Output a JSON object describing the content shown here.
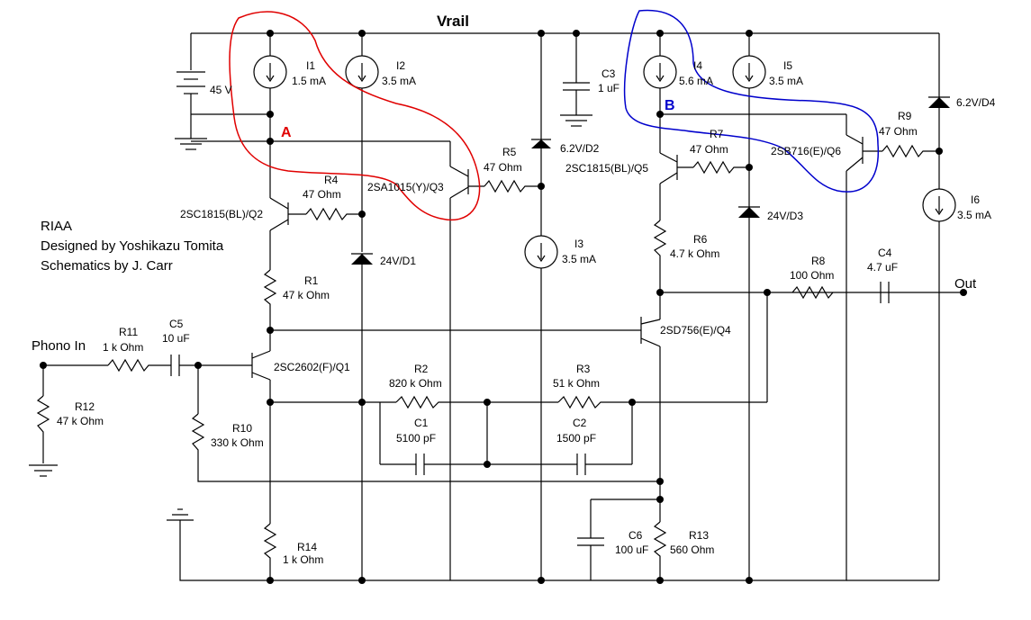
{
  "title": "Vrail",
  "caption": [
    "RIAA",
    "Designed by Yoshikazu Tomita",
    "Schematics by J. Carr"
  ],
  "io": {
    "input": "Phono In",
    "output": "Out"
  },
  "battery": "45 V",
  "components": {
    "I1": {
      "name": "I1",
      "value": "1.5 mA"
    },
    "I2": {
      "name": "I2",
      "value": "3.5 mA"
    },
    "I3": {
      "name": "I3",
      "value": "3.5 mA"
    },
    "I4": {
      "name": "I4",
      "value": "5.6 mA"
    },
    "I5": {
      "name": "I5",
      "value": "3.5 mA"
    },
    "I6": {
      "name": "I6",
      "value": "3.5 mA"
    },
    "C1": {
      "name": "C1",
      "value": "5100 pF"
    },
    "C2": {
      "name": "C2",
      "value": "1500 pF"
    },
    "C3": {
      "name": "C3",
      "value": "1 uF"
    },
    "C4": {
      "name": "C4",
      "value": "4.7 uF"
    },
    "C5": {
      "name": "C5",
      "value": "10 uF"
    },
    "C6": {
      "name": "C6",
      "value": "100 uF"
    },
    "R1": {
      "name": "R1",
      "value": "47 k Ohm"
    },
    "R2": {
      "name": "R2",
      "value": "820 k Ohm"
    },
    "R3": {
      "name": "R3",
      "value": "51 k Ohm"
    },
    "R4": {
      "name": "R4",
      "value": "47  Ohm"
    },
    "R5": {
      "name": "R5",
      "value": "47  Ohm"
    },
    "R6": {
      "name": "R6",
      "value": "4.7 k Ohm"
    },
    "R7": {
      "name": "R7",
      "value": "47  Ohm"
    },
    "R8": {
      "name": "R8",
      "value": "100  Ohm"
    },
    "R9": {
      "name": "R9",
      "value": "47  Ohm"
    },
    "R10": {
      "name": "R10",
      "value": "330 k Ohm"
    },
    "R11": {
      "name": "R11",
      "value": "1 k Ohm"
    },
    "R12": {
      "name": "R12",
      "value": "47 k Ohm"
    },
    "R13": {
      "name": "R13",
      "value": "560  Ohm"
    },
    "R14": {
      "name": "R14",
      "value": "1 k Ohm"
    },
    "D1": "24V/D1",
    "D2": "6.2V/D2",
    "D3": "24V/D3",
    "D4": "6.2V/D4",
    "Q1": "2SC2602(F)/Q1",
    "Q2": "2SC1815(BL)/Q2",
    "Q3": "2SA1015(Y)/Q3",
    "Q4": "2SD756(E)/Q4",
    "Q5": "2SC1815(BL)/Q5",
    "Q6": "2SB716(E)/Q6"
  },
  "annotations": {
    "A": {
      "label": "A",
      "color": "#e00000"
    },
    "B": {
      "label": "B",
      "color": "#0000cc"
    }
  },
  "colors": {
    "wire": "#000000",
    "annotation_a": "#e00000",
    "annotation_b": "#0000cc"
  }
}
